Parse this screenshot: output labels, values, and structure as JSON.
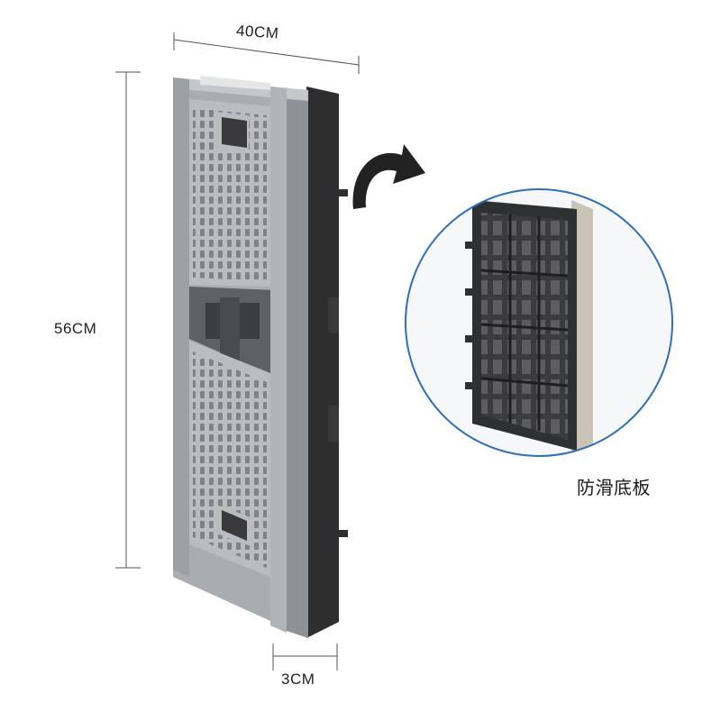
{
  "dimensions": {
    "width": "40CM",
    "height": "56CM",
    "depth": "3CM"
  },
  "callout": {
    "caption": "防滑底板"
  },
  "colors": {
    "crate_gray": "#a9adb1",
    "crate_gray_light": "#c4c8cb",
    "crate_gray_dark": "#8e9296",
    "base_black": "#2e2e30",
    "circle_ring": "#2f6fb6",
    "arrow": "#222222",
    "dimension_line": "#555555"
  },
  "icons": {
    "arrow": "curved-arrow-icon"
  }
}
